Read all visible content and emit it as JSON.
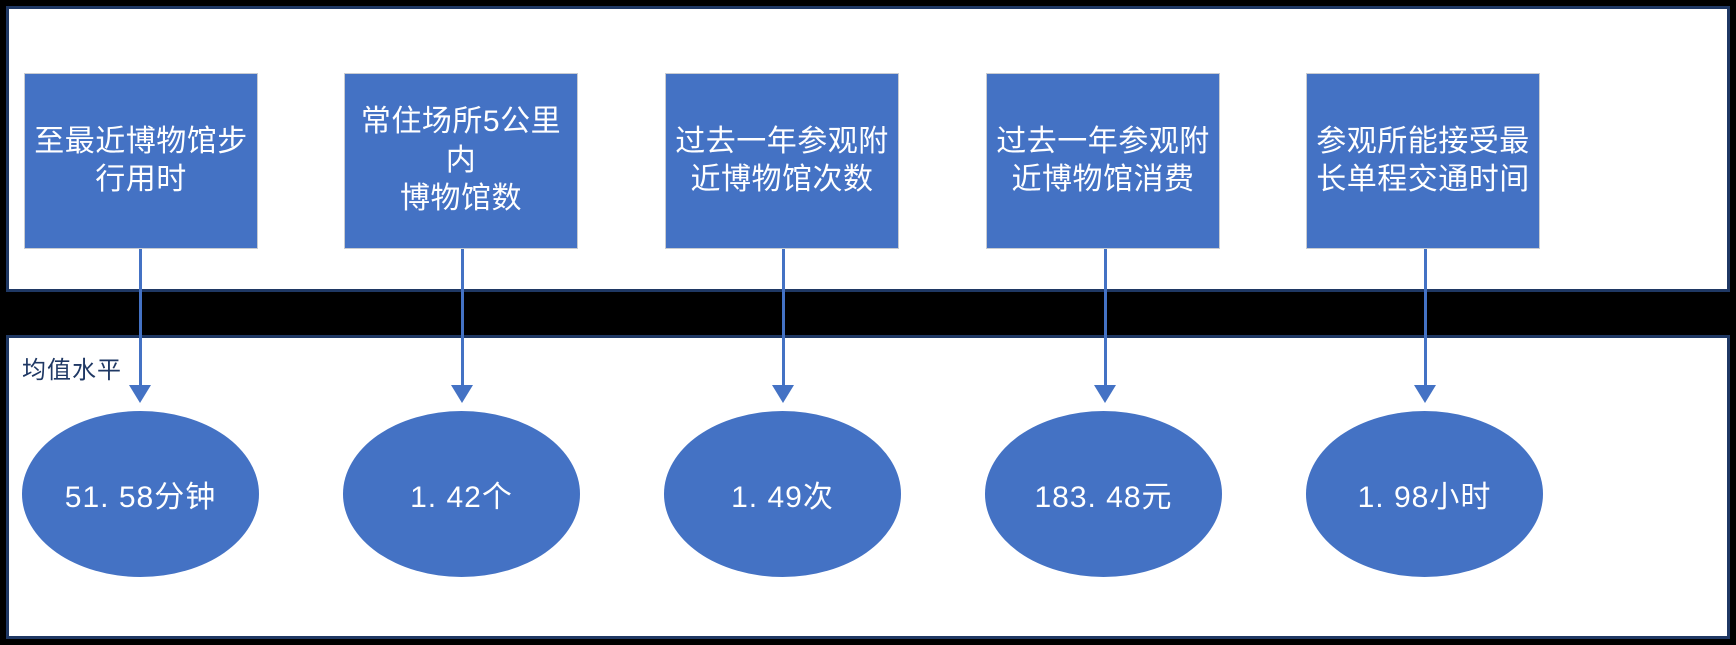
{
  "diagram": {
    "title_label": "均值水平",
    "accent_color": "#4472c4",
    "frame_color": "#1f3864",
    "band_color": "#000000",
    "indicators": [
      {
        "name": "至最近博物馆步行用时",
        "line1": "至最近博物馆步",
        "line2": "行用时",
        "value": "51. 58分钟"
      },
      {
        "name": "常住场所5公里内博物馆数",
        "line1": "常住场所5公里内",
        "line2": "博物馆数",
        "value": "1. 42个"
      },
      {
        "name": "过去一年参观附近博物馆次数",
        "line1": "过去一年参观附",
        "line2": "近博物馆次数",
        "value": "1. 49次"
      },
      {
        "name": "过去一年参观附近博物馆消费",
        "line1": "过去一年参观附",
        "line2": "近博物馆消费",
        "value": "183. 48元"
      },
      {
        "name": "参观所能接受最长单程交通时间",
        "line1": "参观所能接受最",
        "line2": "长单程交通时间",
        "value": "1. 98小时"
      }
    ]
  },
  "chart_data": {
    "type": "table",
    "title": "均值水平",
    "categories": [
      "至最近博物馆步行用时",
      "常住场所5公里内博物馆数",
      "过去一年参观附近博物馆次数",
      "过去一年参观附近博物馆消费",
      "参观所能接受最长单程交通时间"
    ],
    "values": [
      51.58,
      1.42,
      1.49,
      183.48,
      1.98
    ],
    "units": [
      "分钟",
      "个",
      "次",
      "元",
      "小时"
    ],
    "value_labels": [
      "51. 58分钟",
      "1. 42个",
      "1. 49次",
      "183. 48元",
      "1. 98小时"
    ],
    "xlabel": "",
    "ylabel": "",
    "legend": []
  }
}
